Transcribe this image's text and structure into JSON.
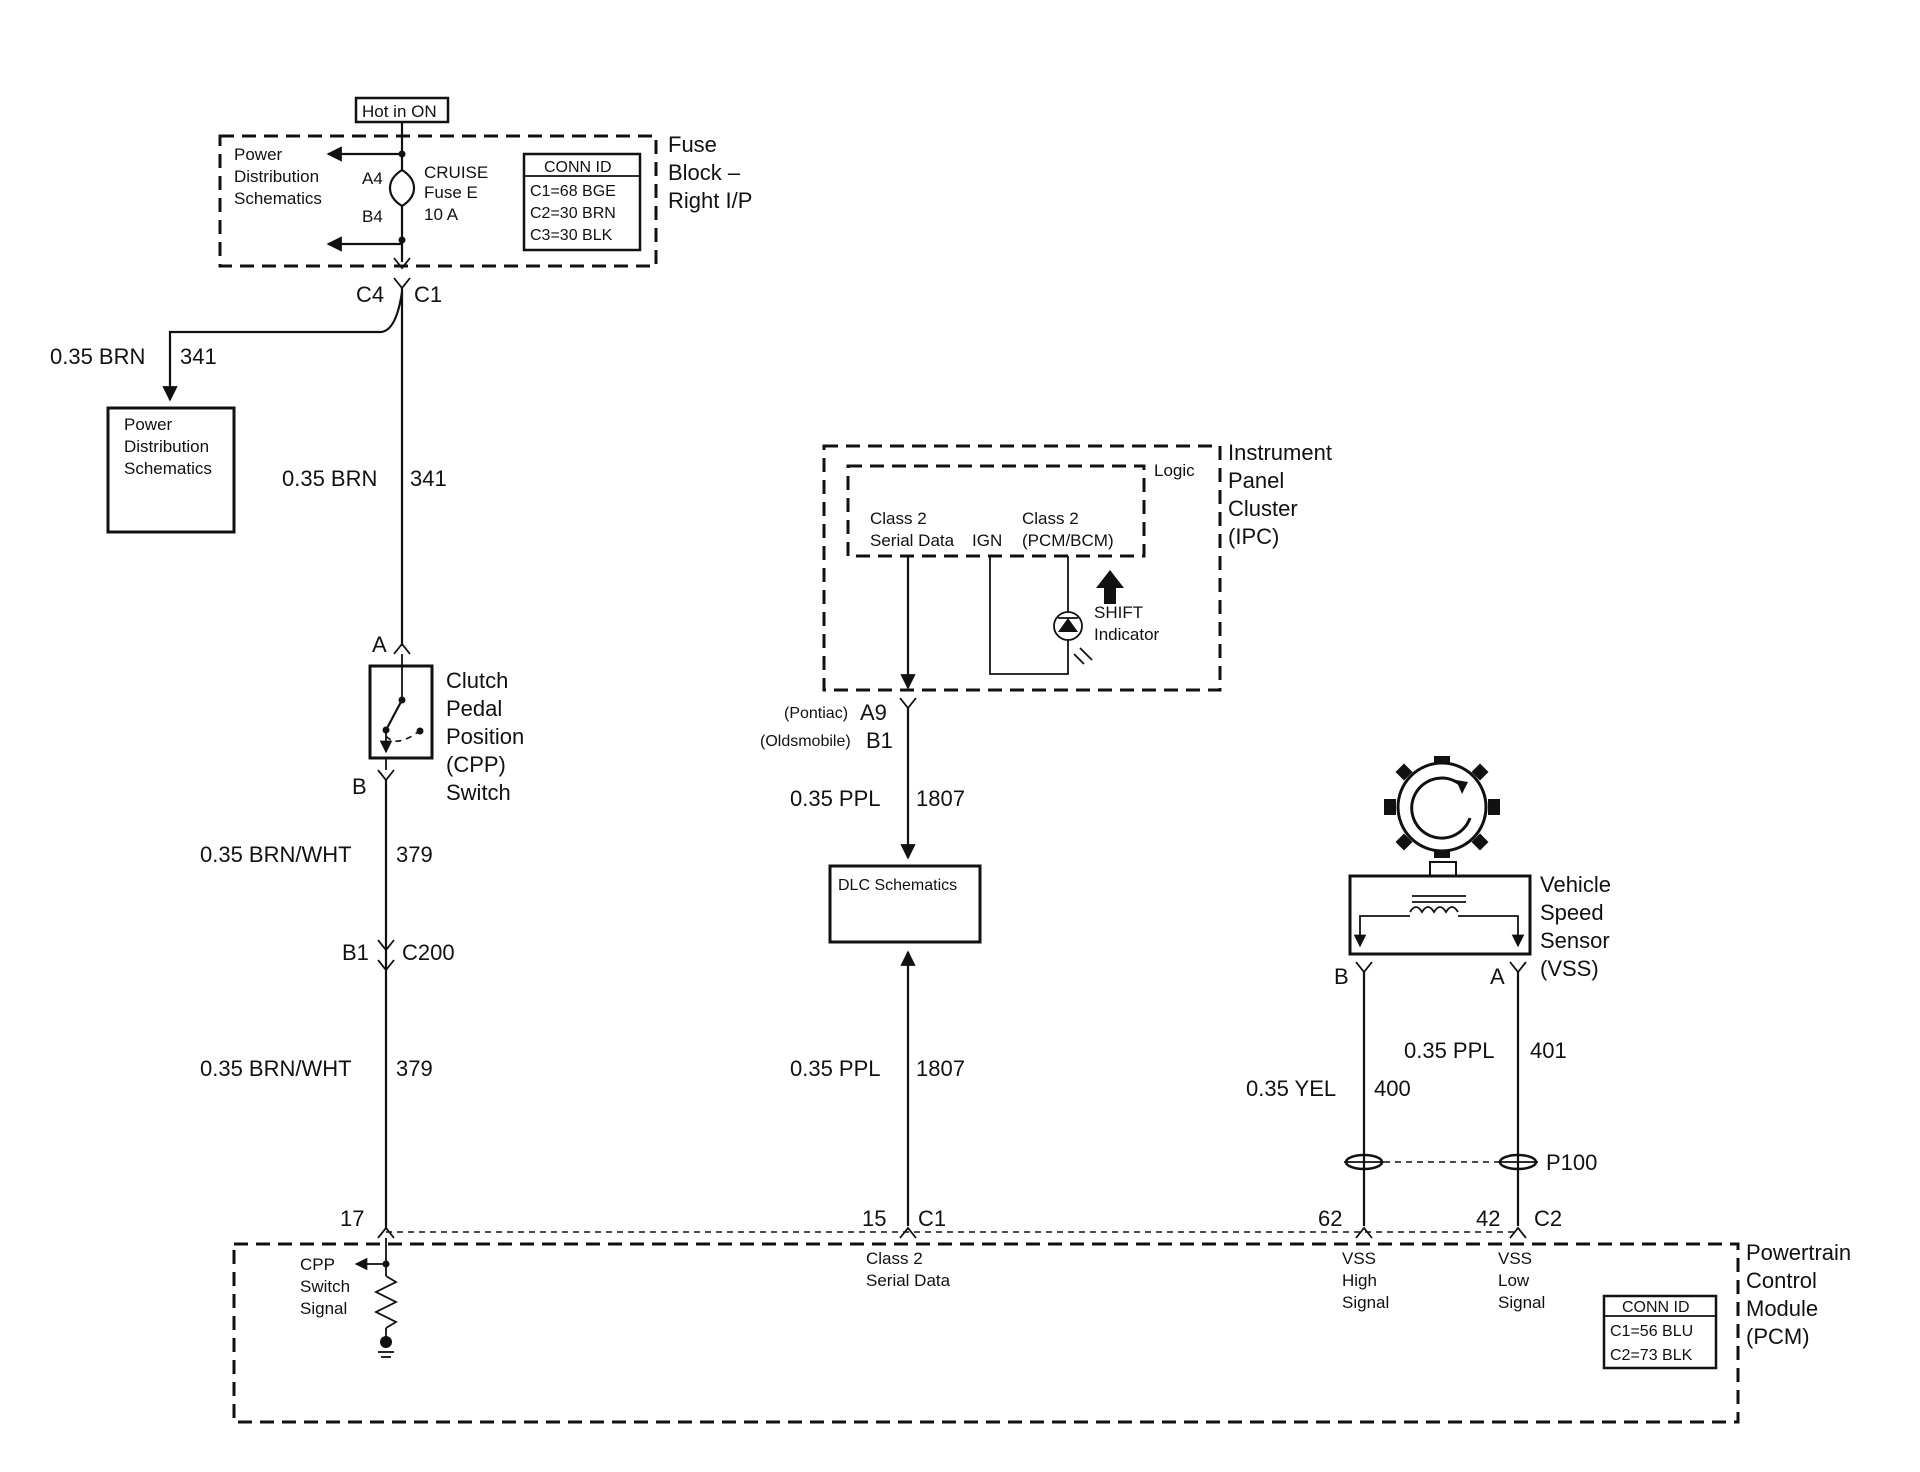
{
  "fuse_block": {
    "hot_label": "Hot in ON",
    "name_lines": [
      "Fuse",
      "Block –",
      "Right I/P"
    ],
    "pds_lines": [
      "Power",
      "Distribution",
      "Schematics"
    ],
    "pin_a4": "A4",
    "pin_b4": "B4",
    "fuse_lines": [
      "CRUISE",
      "Fuse E",
      "10 A"
    ],
    "conn_id": [
      "CONN ID",
      "C1=68 BGE",
      "C2=30 BRN",
      "C3=30 BLK"
    ],
    "conn_c4": "C4",
    "conn_c1": "C1"
  },
  "pds_box": {
    "lines": [
      "Power",
      "Distribution",
      "Schematics"
    ]
  },
  "wire_341": {
    "gauge": "0.35 BRN",
    "circuit": "341"
  },
  "cpp_switch": {
    "pin_a": "A",
    "pin_b": "B",
    "name_lines": [
      "Clutch",
      "Pedal",
      "Position",
      "(CPP)",
      "Switch"
    ]
  },
  "wire_379": {
    "gauge": "0.35 BRN/WHT",
    "circuit": "379"
  },
  "c200": {
    "pin": "B1",
    "name": "C200"
  },
  "ipc": {
    "name_lines": [
      "Instrument",
      "Panel",
      "Cluster",
      "(IPC)"
    ],
    "logic": "Logic",
    "class2_serial": [
      "Class 2",
      "Serial Data"
    ],
    "ign": "IGN",
    "class2_pcm": [
      "Class 2",
      "(PCM/BCM)"
    ],
    "shift_lines": [
      "SHIFT",
      "Indicator"
    ]
  },
  "dlc_conn": {
    "pontiac": "(Pontiac)",
    "pin_a9": "A9",
    "oldsmobile": "(Oldsmobile)",
    "pin_b1": "B1"
  },
  "wire_1807": {
    "gauge": "0.35 PPL",
    "circuit": "1807"
  },
  "dlc_box": {
    "label": "DLC Schematics"
  },
  "vss": {
    "name_lines": [
      "Vehicle",
      "Speed",
      "Sensor",
      "(VSS)"
    ],
    "pin_b": "B",
    "pin_a": "A"
  },
  "wire_401": {
    "gauge": "0.35 PPL",
    "circuit": "401"
  },
  "wire_400": {
    "gauge": "0.35 YEL",
    "circuit": "400"
  },
  "p100": "P100",
  "pcm": {
    "pin_17": "17",
    "pin_15": "15",
    "conn_c1": "C1",
    "pin_62": "62",
    "pin_42": "42",
    "conn_c2": "C2",
    "cpp_signal": [
      "CPP",
      "Switch",
      "Signal"
    ],
    "class2": [
      "Class 2",
      "Serial Data"
    ],
    "vss_high": [
      "VSS",
      "High",
      "Signal"
    ],
    "vss_low": [
      "VSS",
      "Low",
      "Signal"
    ],
    "conn_id": [
      "CONN ID",
      "C1=56 BLU",
      "C2=73 BLK"
    ],
    "name_lines": [
      "Powertrain",
      "Control",
      "Module",
      "(PCM)"
    ]
  }
}
